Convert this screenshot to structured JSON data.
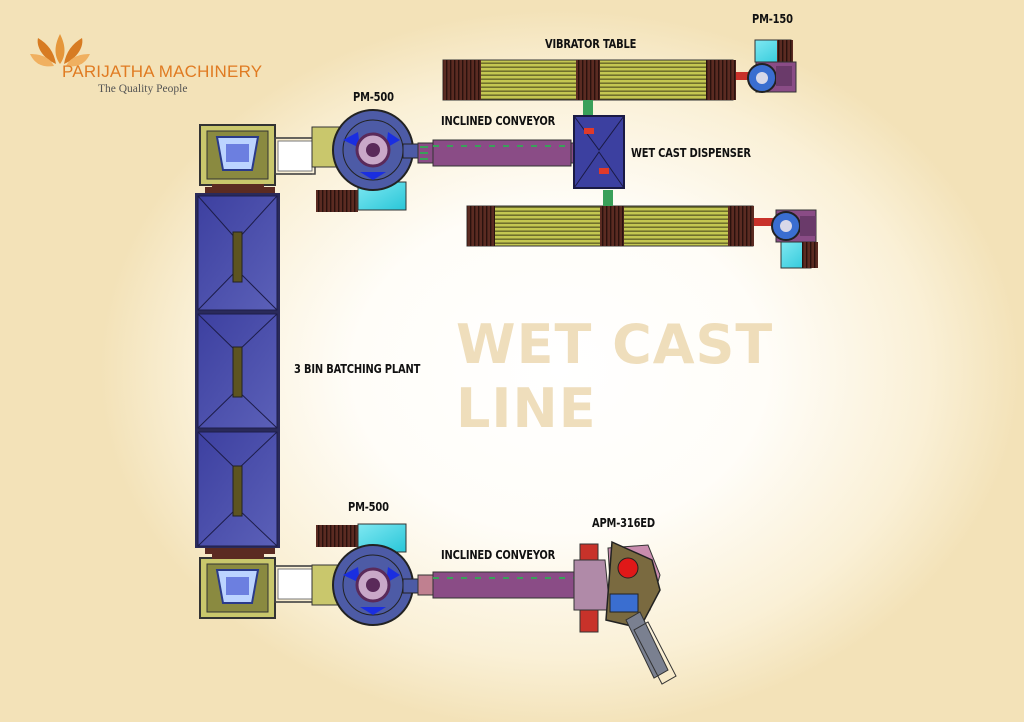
{
  "brand": {
    "name": "PARIJATHA MACHINERY",
    "tagline": "The Quality People",
    "logo": "lotus-logo",
    "color": "#e07b22"
  },
  "watermark": {
    "line1": "WET CAST",
    "line2": "LINE"
  },
  "labels": {
    "pm150": "PM-150",
    "vibrator_table": "VIBRATOR TABLE",
    "pm500_top": "PM-500",
    "inclined_conveyor_top": "INCLINED CONVEYOR",
    "wet_cast_dispenser": "WET CAST DISPENSER",
    "batching_plant": "3 BIN BATCHING PLANT",
    "pm500_bottom": "PM-500",
    "inclined_conveyor_bottom": "INCLINED CONVEYOR",
    "apm": "APM-316ED"
  },
  "colors": {
    "bin": "#4a4fa8",
    "conveyor": "#8a4c86",
    "vibrator": "#b9c24a",
    "cyan": "#40d8e6",
    "mixer": "#4d5ba6",
    "skip": "#c9c76c"
  }
}
